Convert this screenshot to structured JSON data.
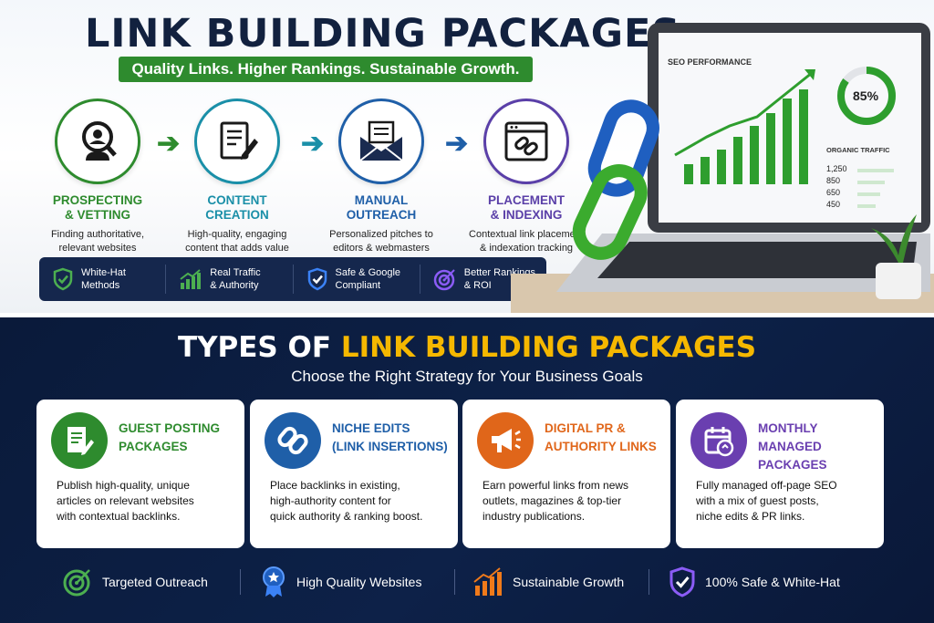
{
  "top": {
    "title": "LINK BUILDING PACKAGES",
    "tagline": "Quality Links. Higher Rankings. Sustainable Growth.",
    "steps": [
      {
        "title": "PROSPECTING\n& VETTING",
        "desc": "Finding authoritative,\nrelevant websites",
        "color": "#2e8b2e",
        "icon": "prospecting-search-icon"
      },
      {
        "title": "CONTENT\nCREATION",
        "desc": "High-quality, engaging\ncontent that adds value",
        "color": "#1a8fa8",
        "icon": "document-pen-icon"
      },
      {
        "title": "MANUAL\nOUTREACH",
        "desc": "Personalized pitches to\neditors & webmasters",
        "color": "#1f5fa8",
        "icon": "envelope-icon"
      },
      {
        "title": "PLACEMENT\n& INDEXING",
        "desc": "Contextual link placement\n& indexation tracking",
        "color": "#5a3fa8",
        "icon": "browser-link-icon"
      }
    ],
    "features": [
      {
        "label": "White-Hat\nMethods",
        "icon": "shield-check-icon",
        "color": "#4caf50"
      },
      {
        "label": "Real Traffic\n& Authority",
        "icon": "growth-chart-icon",
        "color": "#4caf50"
      },
      {
        "label": "Safe & Google\nCompliant",
        "icon": "shield-check-blue-icon",
        "color": "#3b82f6"
      },
      {
        "label": "Better Rankings\n& ROI",
        "icon": "target-icon",
        "color": "#8b5cf6"
      }
    ],
    "laptop": {
      "chart_title": "SEO PERFORMANCE",
      "percent": "85%",
      "traffic_title": "ORGANIC TRAFFIC",
      "traffic_values": [
        "1,250",
        "850",
        "650",
        "450"
      ]
    }
  },
  "bottom": {
    "title_a": "TYPES OF ",
    "title_b": "LINK BUILDING PACKAGES",
    "subtitle": "Choose the Right Strategy for Your Business Goals",
    "cards": [
      {
        "title": "GUEST POSTING\nPACKAGES",
        "desc": "Publish high-quality, unique\narticles on relevant websites\nwith contextual backlinks.",
        "color": "#2e8b2e",
        "icon": "guest-post-document-icon"
      },
      {
        "title": "NICHE EDITS\n(LINK INSERTIONS)",
        "desc": "Place backlinks in existing,\nhigh-authority content for\nquick authority & ranking boost.",
        "color": "#1f5fa8",
        "icon": "chain-link-icon"
      },
      {
        "title": "DIGITAL PR &\nAUTHORITY LINKS",
        "desc": "Earn powerful links from news\noutlets, magazines & top-tier\nindustry publications.",
        "color": "#e0661a",
        "icon": "megaphone-icon"
      },
      {
        "title": "MONTHLY MANAGED\nPACKAGES",
        "desc": "Fully managed off-page SEO\nwith a mix of guest posts,\nniche edits & PR links.",
        "color": "#6a3fb0",
        "icon": "calendar-refresh-icon"
      }
    ],
    "features": [
      {
        "label": "Targeted Outreach",
        "icon": "target-arrow-icon",
        "color": "#4caf50"
      },
      {
        "label": "High Quality Websites",
        "icon": "award-badge-icon",
        "color": "#3b82f6"
      },
      {
        "label": "Sustainable Growth",
        "icon": "bar-growth-icon",
        "color": "#f07a1a"
      },
      {
        "label": "100% Safe & White-Hat",
        "icon": "shield-check-purple-icon",
        "color": "#8b5cf6"
      }
    ]
  }
}
